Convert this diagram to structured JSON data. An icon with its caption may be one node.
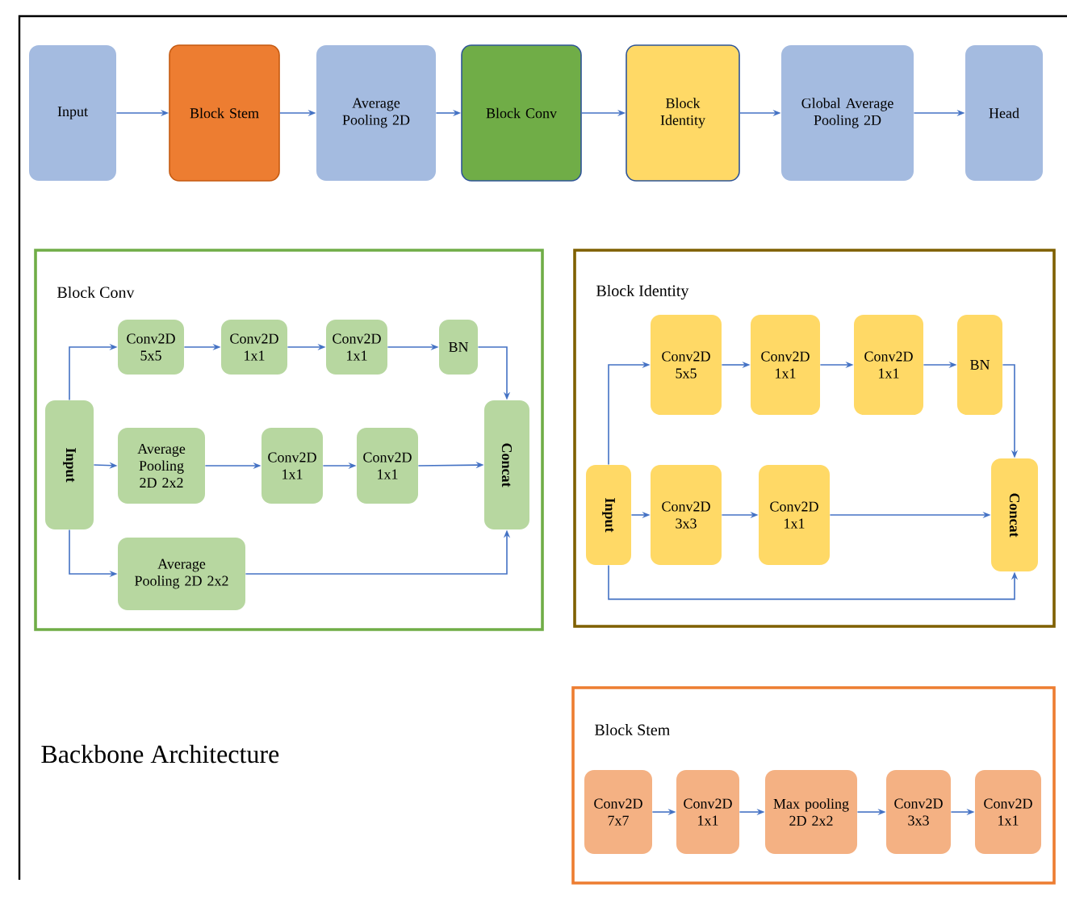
{
  "diagram": {
    "nodes": [
      {
        "text": [
          "Input"
        ]
      },
      {
        "text": [
          "Block Stem"
        ]
      },
      {
        "text": [
          "Average Pooling 2D"
        ]
      },
      {
        "text": [
          "Block Conv"
        ]
      },
      {
        "text": [
          "Block Identity"
        ]
      },
      {
        "text": [
          "Global Average Pooling 2D"
        ]
      },
      {
        "text": [
          "Head"
        ]
      },
      {
        "text": [
          "Block Conv"
        ]
      },
      {
        "text": [
          "Input"
        ],
        "in": 7
      },
      {
        "text": [
          "Conv2D 5x5"
        ],
        "in": 7
      },
      {
        "text": [
          "Conv2D 1x1"
        ],
        "in": 7
      },
      {
        "text": [
          "Conv2D 1x1"
        ],
        "in": 7
      },
      {
        "text": [
          "BN"
        ],
        "in": 7
      },
      {
        "text": [
          "Average Pooling 2D 2x2"
        ],
        "in": 7
      },
      {
        "text": [
          "Conv2D 1x1"
        ],
        "in": 7
      },
      {
        "text": [
          "Conv2D 1x1"
        ],
        "in": 7
      },
      {
        "text": [
          "Average Pooling 2D 2x2"
        ],
        "in": 7
      },
      {
        "text": [
          "Concat"
        ],
        "in": 7
      },
      {
        "text": [
          "Block Identity"
        ]
      },
      {
        "text": [
          "Input"
        ],
        "in": 18
      },
      {
        "text": [
          "Conv2D 5x5"
        ],
        "in": 18
      },
      {
        "text": [
          "Conv2D 1x1"
        ],
        "in": 18
      },
      {
        "text": [
          "Conv2D 1x1"
        ],
        "in": 18
      },
      {
        "text": [
          "BN"
        ],
        "in": 18
      },
      {
        "text": [
          "Conv2D 3x3"
        ],
        "in": 18
      },
      {
        "text": [
          "Conv2D 1x1"
        ],
        "in": 18
      },
      {
        "text": [
          "Concat"
        ],
        "in": 18
      },
      {
        "text": [
          "Block Stem"
        ]
      },
      {
        "text": [
          "Conv2D 7x7"
        ],
        "in": 27
      },
      {
        "text": [
          "Conv2D 1x1"
        ],
        "in": 27
      },
      {
        "text": [
          "Max pooling 2D 2x2"
        ],
        "in": 27
      },
      {
        "text": [
          "Conv2D 3x3"
        ],
        "in": 27
      },
      {
        "text": [
          "Conv2D 1x1"
        ],
        "in": 27
      }
    ],
    "edges": [
      {
        "from": 0,
        "to": 1,
        "arrow": "to"
      },
      {
        "from": 1,
        "to": 2,
        "arrow": "to"
      },
      {
        "from": 2,
        "to": 3,
        "arrow": "to"
      },
      {
        "from": 3,
        "to": 4,
        "arrow": "to"
      },
      {
        "from": 4,
        "to": 5,
        "arrow": "to"
      },
      {
        "from": 5,
        "to": 6,
        "arrow": "to"
      },
      {
        "from": 8,
        "to": 9,
        "arrow": "to"
      },
      {
        "from": 9,
        "to": 10,
        "arrow": "to"
      },
      {
        "from": 10,
        "to": 11,
        "arrow": "to"
      },
      {
        "from": 11,
        "to": 12,
        "arrow": "to"
      },
      {
        "from": 12,
        "to": 17,
        "arrow": "to"
      },
      {
        "from": 8,
        "to": 13,
        "arrow": "to"
      },
      {
        "from": 13,
        "to": 14,
        "arrow": "to"
      },
      {
        "from": 14,
        "to": 15,
        "arrow": "to"
      },
      {
        "from": 15,
        "to": 17,
        "arrow": "to"
      },
      {
        "from": 8,
        "to": 16,
        "arrow": "to"
      },
      {
        "from": 16,
        "to": 17,
        "arrow": "to"
      },
      {
        "from": 19,
        "to": 20,
        "arrow": "to"
      },
      {
        "from": 20,
        "to": 21,
        "arrow": "to"
      },
      {
        "from": 21,
        "to": 22,
        "arrow": "to"
      },
      {
        "from": 22,
        "to": 23,
        "arrow": "to"
      },
      {
        "from": 23,
        "to": 26,
        "arrow": "to"
      },
      {
        "from": 19,
        "to": 24,
        "arrow": "to"
      },
      {
        "from": 24,
        "to": 25,
        "arrow": "to"
      },
      {
        "from": 25,
        "to": 26,
        "arrow": "to"
      },
      {
        "from": 19,
        "to": 26,
        "arrow": "to"
      },
      {
        "from": 28,
        "to": 29,
        "arrow": "to"
      },
      {
        "from": 29,
        "to": 30,
        "arrow": "to"
      },
      {
        "from": 30,
        "to": 31,
        "arrow": "to"
      },
      {
        "from": 31,
        "to": 32,
        "arrow": "to"
      }
    ],
    "labels": [
      "Backbone Architecture"
    ]
  }
}
